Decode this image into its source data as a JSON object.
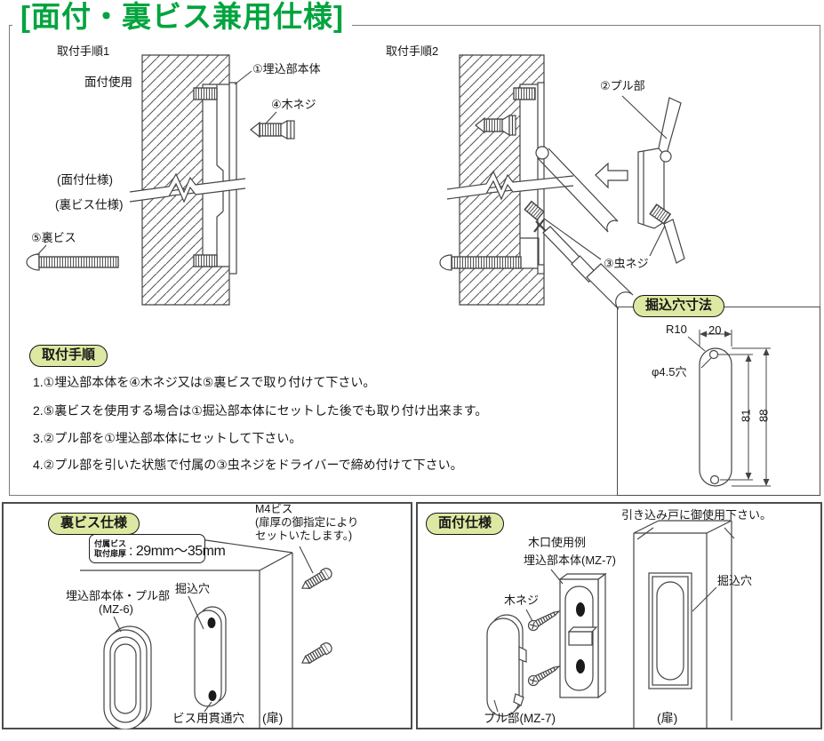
{
  "title": "[面付・裏ビス兼用仕様]",
  "colors": {
    "title_green": "#00a43e",
    "label_pill_bg": "#dde9a2",
    "line_art": "#444444"
  },
  "d1": {
    "caption": "取付手順1",
    "use": "面付使用",
    "body": "①埋込部本体",
    "wood_screw": "④木ネジ",
    "surface_spec": "(面付仕様)",
    "back_spec": "(裏ビス仕様)",
    "back_screw": "⑤裏ビス"
  },
  "d2": {
    "caption": "取付手順2",
    "pull": "②プル部",
    "set_screw": "③虫ネジ"
  },
  "procedure": {
    "heading": "取付手順",
    "steps": [
      "1.①埋込部本体を④木ネジ又は⑤裏ビスで取り付けて下さい。",
      "2.⑤裏ビスを使用する場合は①掘込部本体にセットした後でも取り付け出来ます。",
      "3.②プル部を①埋込部本体にセットして下さい。",
      "4.②プル部を引いた状態で付属の③虫ネジをドライバーで締め付けて下さい。"
    ]
  },
  "dims": {
    "heading": "掘込穴寸法",
    "radius": "R10",
    "width": "20",
    "hole": "φ4.5穴",
    "inner_height": "81",
    "outer_height": "88"
  },
  "back_box": {
    "heading": "裏ビス仕様",
    "spec_line1": "付属ビス",
    "spec_line2": "取付扉厚",
    "spec_value": ": 29mm〜35mm",
    "m4_line1": "M4ビス",
    "m4_line2": "(扉厚の御指定により",
    "m4_line3": "セットいたします。)",
    "body_pull": "埋込部本体・プル部",
    "body_pull_model": "(MZ-6)",
    "hole": "掘込穴",
    "through_hole": "ビス用貫通穴",
    "door": "(扉)"
  },
  "surface_box": {
    "heading": "面付仕様",
    "note": "引き込み戸に御使用下さい。",
    "end_grain": "木口使用例",
    "body": "埋込部本体(MZ-7)",
    "wood_screw": "木ネジ",
    "hole": "掘込穴",
    "pull": "プル部(MZ-7)",
    "door": "(扉)"
  }
}
